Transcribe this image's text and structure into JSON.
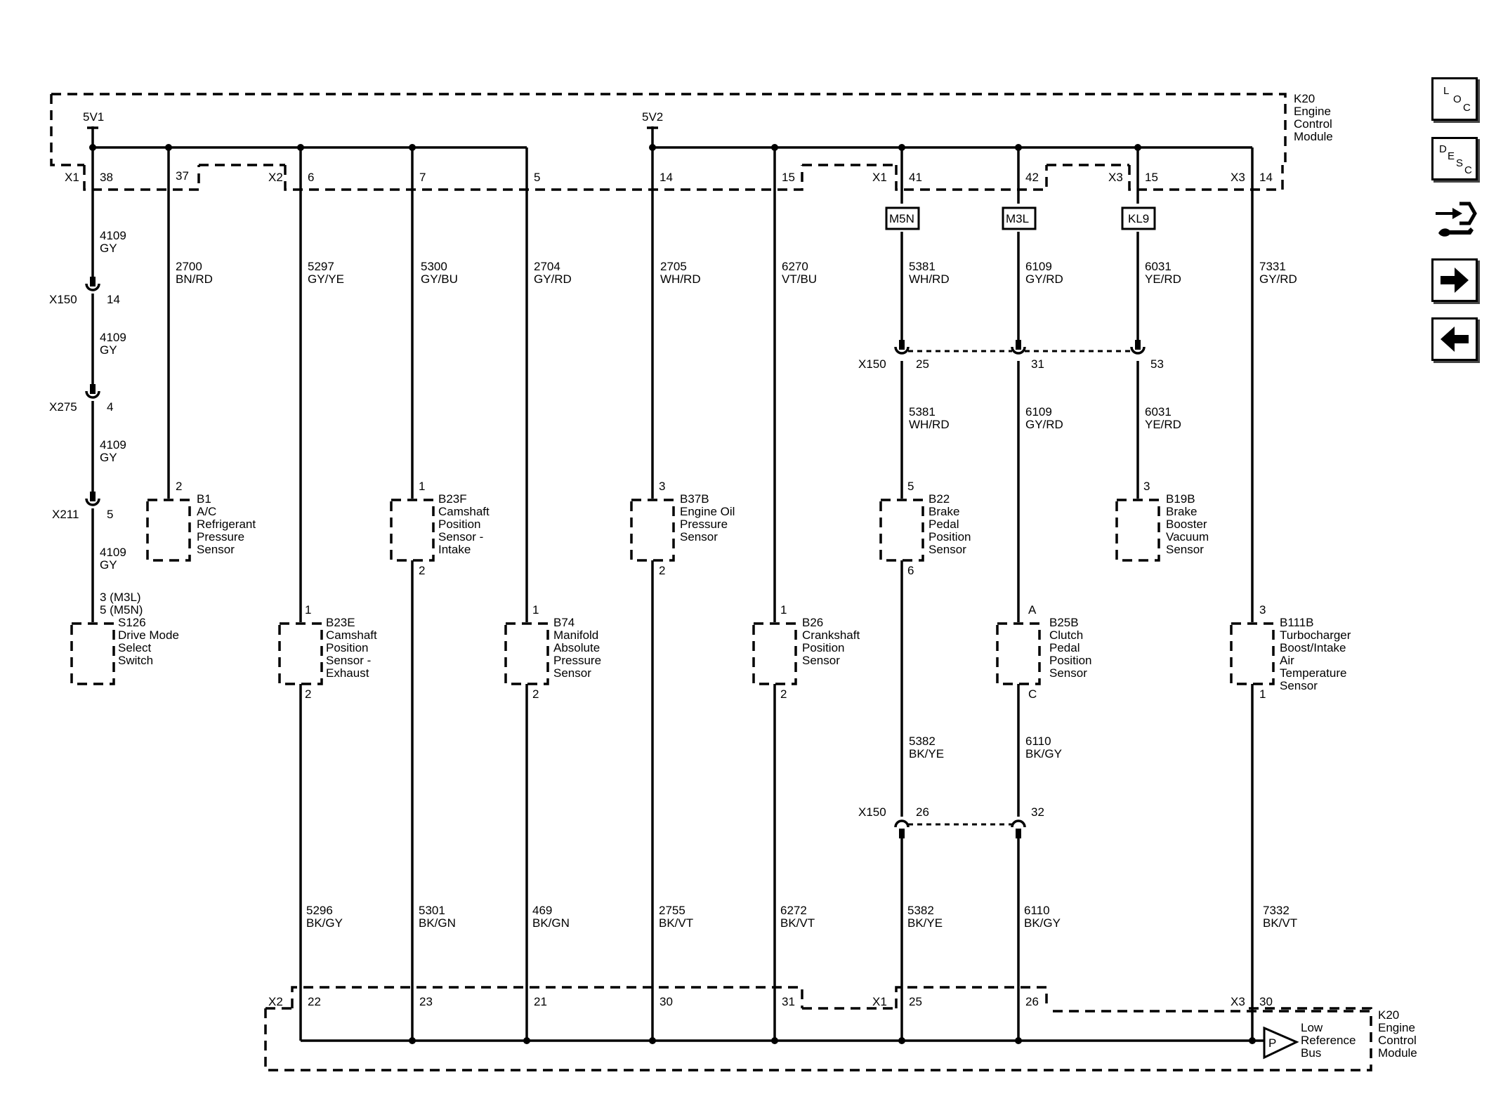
{
  "module": {
    "name": "K20",
    "desc": [
      "Engine",
      "Control",
      "Module"
    ]
  },
  "bus": {
    "symbol": "P",
    "label": [
      "Low",
      "Reference",
      "Bus"
    ]
  },
  "power_rails": [
    "5V1",
    "5V2"
  ],
  "connectors": [
    "X1",
    "X2",
    "X3"
  ],
  "top_pins": [
    "38",
    "37",
    "6",
    "7",
    "5",
    "14",
    "15",
    "41",
    "42",
    "15",
    "14"
  ],
  "bottom_pins": [
    "22",
    "23",
    "21",
    "30",
    "31",
    "25",
    "26",
    "30"
  ],
  "options": [
    "M5N",
    "M3L",
    "KL9"
  ],
  "inline_connectors": [
    {
      "name": "X150",
      "pins": [
        "14"
      ]
    },
    {
      "name": "X275",
      "pins": [
        "4"
      ]
    },
    {
      "name": "X211",
      "pins": [
        "5"
      ]
    },
    {
      "name": "X150",
      "pins": [
        "25",
        "31",
        "53"
      ]
    },
    {
      "name": "X150",
      "pins": [
        "26",
        "32"
      ]
    }
  ],
  "wires": [
    {
      "circuit": "4109",
      "color": "GY"
    },
    {
      "circuit": "2700",
      "color": "BN/RD"
    },
    {
      "circuit": "5297",
      "color": "GY/YE"
    },
    {
      "circuit": "5300",
      "color": "GY/BU"
    },
    {
      "circuit": "2704",
      "color": "GY/RD"
    },
    {
      "circuit": "2705",
      "color": "WH/RD"
    },
    {
      "circuit": "6270",
      "color": "VT/BU"
    },
    {
      "circuit": "5381",
      "color": "WH/RD"
    },
    {
      "circuit": "6109",
      "color": "GY/RD"
    },
    {
      "circuit": "6031",
      "color": "YE/RD"
    },
    {
      "circuit": "7331",
      "color": "GY/RD"
    },
    {
      "circuit": "5382",
      "color": "BK/YE"
    },
    {
      "circuit": "6110",
      "color": "BK/GY"
    },
    {
      "circuit": "5296",
      "color": "BK/GY"
    },
    {
      "circuit": "5301",
      "color": "BK/GN"
    },
    {
      "circuit": "469",
      "color": "BK/GN"
    },
    {
      "circuit": "2755",
      "color": "BK/VT"
    },
    {
      "circuit": "6272",
      "color": "BK/VT"
    },
    {
      "circuit": "7332",
      "color": "BK/VT"
    }
  ],
  "components": [
    {
      "id": "S126",
      "lines": [
        "Drive Mode",
        "Select",
        "Switch"
      ],
      "pins": [
        "3 (M3L)",
        "5 (M5N)"
      ]
    },
    {
      "id": "B1",
      "lines": [
        "A/C",
        "Refrigerant",
        "Pressure",
        "Sensor"
      ],
      "pins": [
        "2"
      ]
    },
    {
      "id": "B23E",
      "lines": [
        "Camshaft",
        "Position",
        "Sensor -",
        "Exhaust"
      ],
      "pins": [
        "1",
        "2"
      ]
    },
    {
      "id": "B23F",
      "lines": [
        "Camshaft",
        "Position",
        "Sensor -",
        "Intake"
      ],
      "pins": [
        "1",
        "2"
      ]
    },
    {
      "id": "B74",
      "lines": [
        "Manifold",
        "Absolute",
        "Pressure",
        "Sensor"
      ],
      "pins": [
        "1",
        "2"
      ]
    },
    {
      "id": "B37B",
      "lines": [
        "Engine Oil",
        "Pressure",
        "Sensor"
      ],
      "pins": [
        "3",
        "2"
      ]
    },
    {
      "id": "B26",
      "lines": [
        "Crankshaft",
        "Position",
        "Sensor"
      ],
      "pins": [
        "1",
        "2"
      ]
    },
    {
      "id": "B22",
      "lines": [
        "Brake",
        "Pedal",
        "Position",
        "Sensor"
      ],
      "pins": [
        "5",
        "6"
      ]
    },
    {
      "id": "B25B",
      "lines": [
        "Clutch",
        "Pedal",
        "Position",
        "Sensor"
      ],
      "pins": [
        "A",
        "C"
      ]
    },
    {
      "id": "B19B",
      "lines": [
        "Brake",
        "Booster",
        "Vacuum",
        "Sensor"
      ],
      "pins": [
        "3"
      ]
    },
    {
      "id": "B111B",
      "lines": [
        "Turbocharger",
        "Boost/Intake",
        "Air",
        "Temperature",
        "Sensor"
      ],
      "pins": [
        "3",
        "1"
      ]
    }
  ],
  "nav": {
    "loc": [
      "L",
      "O",
      "C"
    ],
    "desc": [
      "D",
      "E",
      "S",
      "C"
    ],
    "icons": [
      "connector-repair-icon",
      "arrow-right-icon",
      "arrow-left-icon"
    ]
  }
}
